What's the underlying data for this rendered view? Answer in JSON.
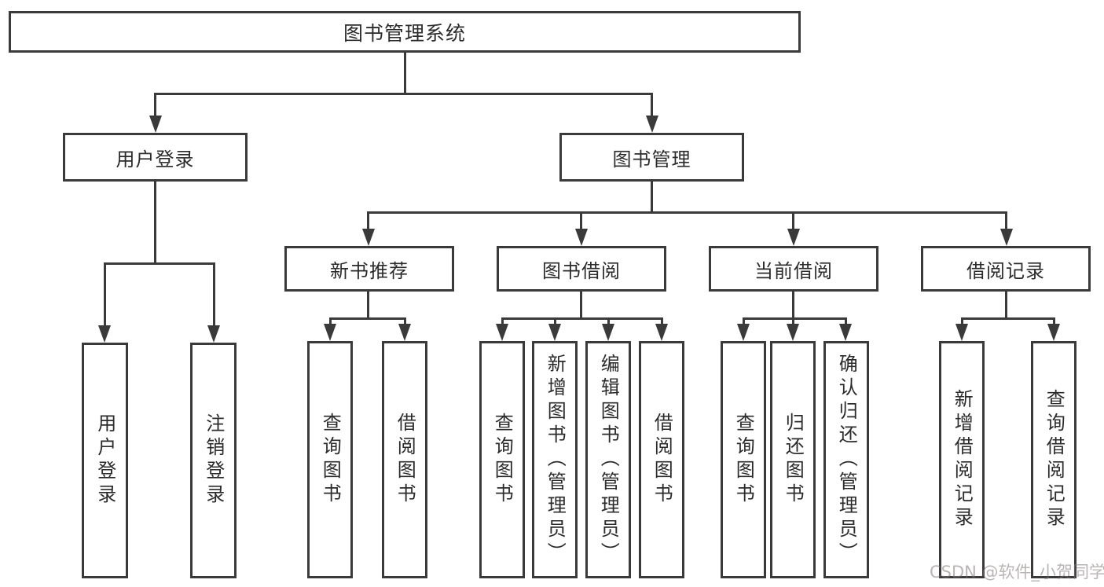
{
  "diagram": {
    "root_label": "图书管理系统",
    "level2": {
      "left": "用户登录",
      "right": "图书管理"
    },
    "level3": [
      "新书推荐",
      "图书借阅",
      "当前借阅",
      "借阅记录"
    ],
    "leaves": {
      "login": [
        "用户登录",
        "注销登录"
      ],
      "recommend": [
        "查询图书",
        "借阅图书"
      ],
      "borrow": [
        "查询图书",
        "新增图书（管理员）",
        "编辑图书（管理员）",
        "借阅图书"
      ],
      "current": [
        "查询图书",
        "归还图书",
        "确认归还（管理员）"
      ],
      "records": [
        "新增借阅记录",
        "查询借阅记录"
      ]
    }
  },
  "watermark": {
    "text": "CSDN @软件_小贺同学",
    "color": "#8a7d7d"
  },
  "colors": {
    "line": "#3a3a3a",
    "text": "#2b2b2b",
    "background": "#ffffff"
  }
}
